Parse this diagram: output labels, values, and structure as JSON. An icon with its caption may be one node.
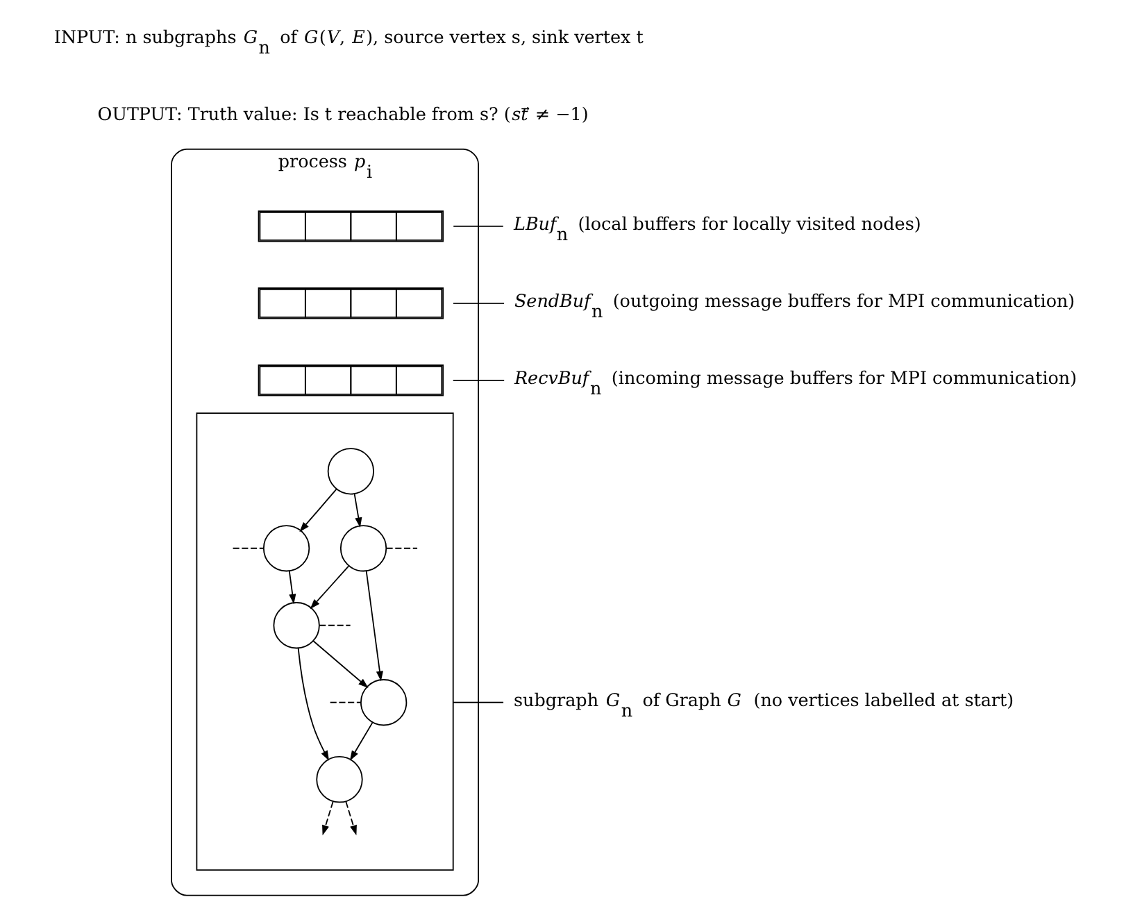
{
  "diagram": {
    "nodes": [
      {
        "text": [
          "process *p*$_{i}$"
        ]
      },
      {
        "text": [],
        "shape": "bar",
        "in": 0
      },
      {
        "text": [],
        "shape": "bar",
        "in": 0
      },
      {
        "text": [],
        "shape": "bar",
        "in": 0
      },
      {
        "text": [],
        "shape": "box",
        "in": 0
      },
      {
        "text": [],
        "shape": "circle",
        "in": 4
      },
      {
        "text": [],
        "shape": "circle",
        "in": 4
      },
      {
        "text": [],
        "shape": "circle",
        "in": 4
      },
      {
        "text": [],
        "shape": "circle",
        "in": 4
      },
      {
        "text": [],
        "shape": "circle",
        "in": 4
      },
      {
        "text": [],
        "shape": "circle",
        "in": 4
      },
      {
        "text": [
          "*LBuf*$_{n}$ (local buffers for locally visited nodes)"
        ]
      },
      {
        "text": [
          "*SendBuf*$_{n}$ (outgoing message buffers for MPI communication)"
        ]
      },
      {
        "text": [
          "*RecvBuf*$_{n}$ (incoming message buffers for MPI communication)"
        ]
      },
      {
        "text": [
          "subgraph *G*$_{n}$ of Graph *G* (no vertices labelled at start)"
        ]
      }
    ],
    "edges": [
      {
        "from": 1,
        "to": 11,
        "arrow": "none"
      },
      {
        "from": 2,
        "to": 12,
        "arrow": "none"
      },
      {
        "from": 3,
        "to": 13,
        "arrow": "none"
      },
      {
        "from": 4,
        "to": 14,
        "arrow": "none"
      },
      {
        "from": 5,
        "to": 6,
        "arrow": "to"
      },
      {
        "from": 5,
        "to": 7,
        "arrow": "to"
      },
      {
        "from": 6,
        "to": 9,
        "arrow": "to"
      },
      {
        "from": 7,
        "to": 8,
        "arrow": "to"
      },
      {
        "from": 7,
        "to": 9,
        "arrow": "to"
      },
      {
        "from": 9,
        "to": 8,
        "arrow": "to"
      },
      {
        "from": 8,
        "to": 10,
        "arrow": "to"
      },
      {
        "from": 9,
        "to": 10,
        "arrow": "to"
      },
      {
        "from": 6,
        "to": null,
        "arrow": "none",
        "style": "dashed"
      },
      {
        "from": 7,
        "to": null,
        "arrow": "none",
        "style": "dashed"
      },
      {
        "from": 8,
        "to": null,
        "arrow": "none",
        "style": "dashed"
      },
      {
        "from": 9,
        "to": null,
        "arrow": "none",
        "style": "dashed"
      },
      {
        "from": 10,
        "to": null,
        "arrow": "to",
        "style": "dashed"
      },
      {
        "from": 10,
        "to": null,
        "arrow": "to",
        "style": "dashed"
      }
    ],
    "labels": [
      "INPUT: n subgraphs *G*$_{n}$ of *G*(*V*, *E*), source vertex s, sink vertex t",
      "OUTPUT: Truth value: Is t reachable from s? (*st*⃗ ≠ −1)"
    ]
  }
}
